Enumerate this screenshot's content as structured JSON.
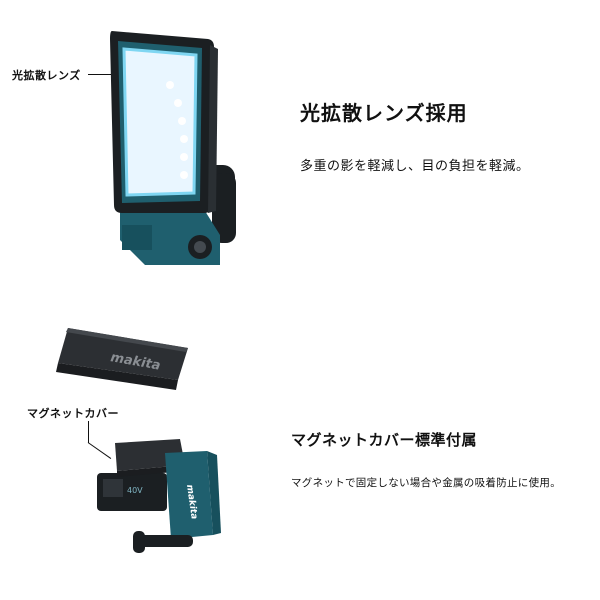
{
  "section1": {
    "callout": "光拡散レンズ",
    "heading": "光拡散レンズ採用",
    "description": "多重の影を軽減し、目の負担を軽減。"
  },
  "section2": {
    "callout": "マグネットカバー",
    "heading": "マグネットカバー標準付属",
    "description": "マグネットで固定しない場合や金属の吸着防止に使用。",
    "brand_logo": "makita"
  },
  "colors": {
    "body_teal": "#1f5f6e",
    "dark_frame": "#1b1f22",
    "lens_glow": "#e9f6ff",
    "cover_gray": "#2c2f33"
  }
}
